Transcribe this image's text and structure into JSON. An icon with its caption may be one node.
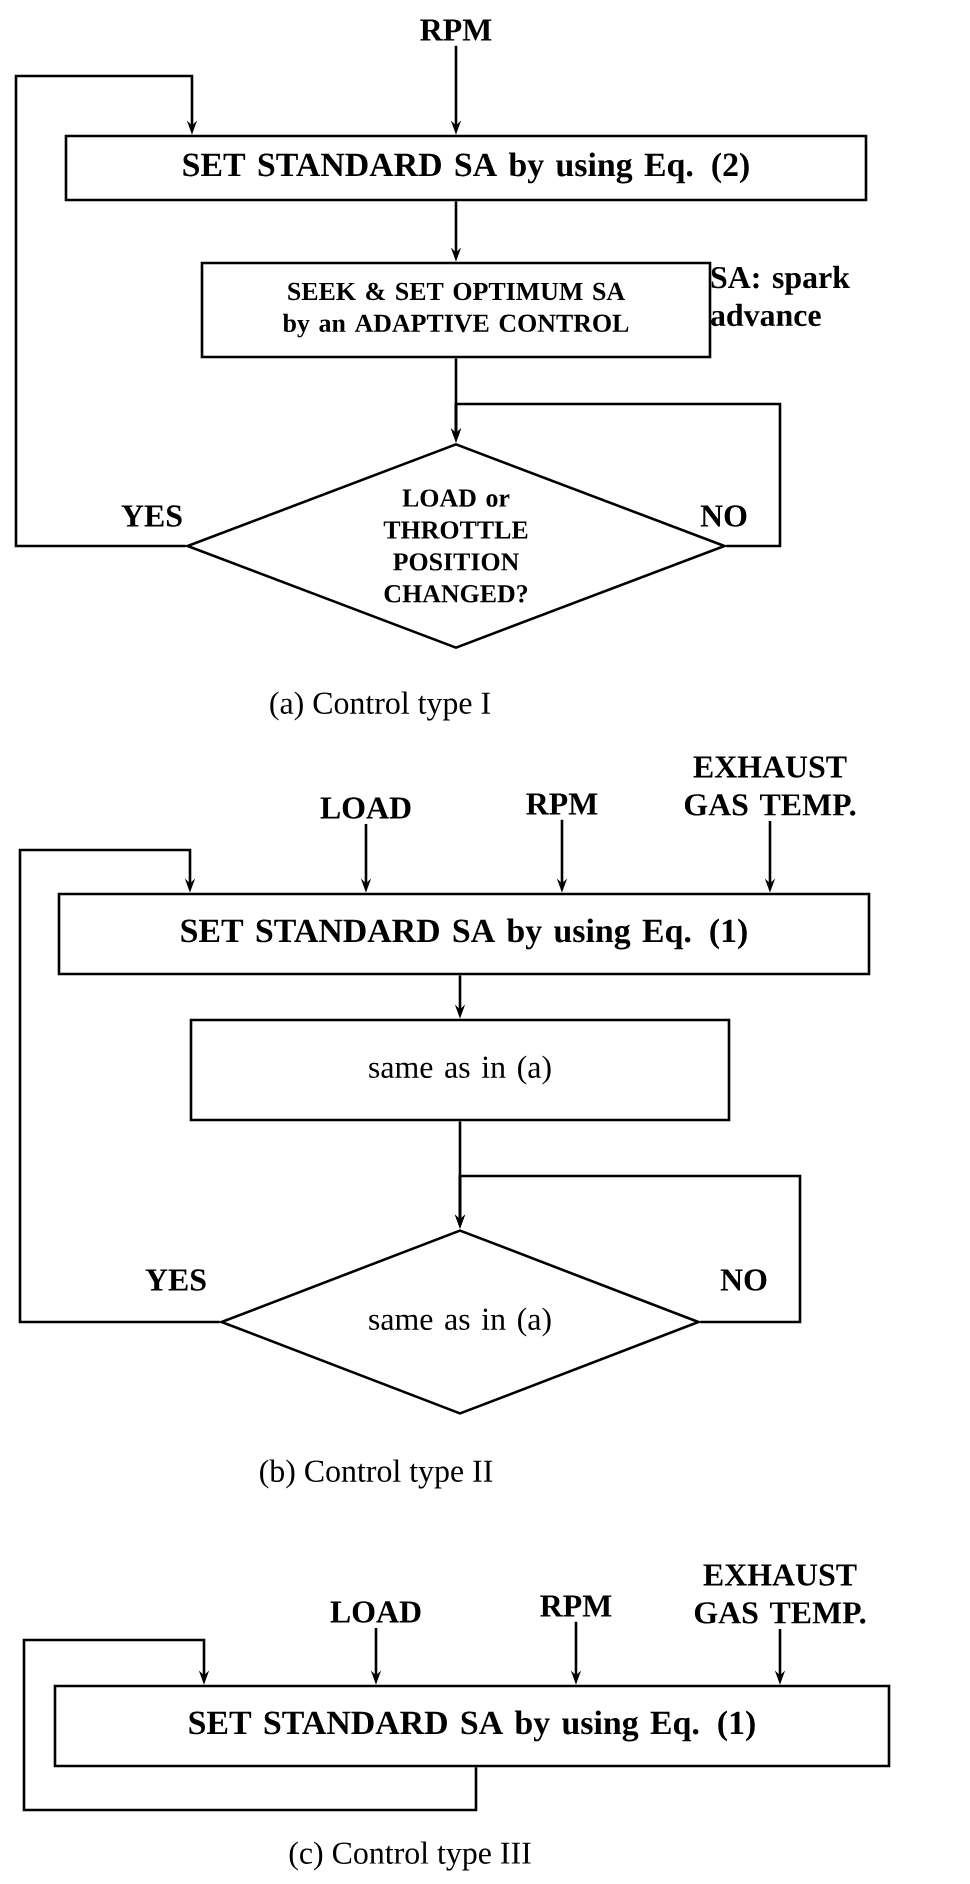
{
  "diagram": {
    "nodes": [
      {
        "text": [
          "RPM"
        ]
      },
      {
        "text": [
          "SET STANDARD SA by using Eq. (2)"
        ]
      },
      {
        "text": [
          "SEEK & SET OPTIMUM SA by an ADAPTIVE CONTROL"
        ]
      },
      {
        "text": [
          "LOAD or THROTTLE POSITION CHANGED?"
        ]
      },
      {
        "text": [
          "LOAD"
        ]
      },
      {
        "text": [
          "RPM"
        ]
      },
      {
        "text": [
          "EXHAUST GAS TEMP."
        ]
      },
      {
        "text": [
          "SET STANDARD SA by using Eq. (1)"
        ]
      },
      {
        "text": [
          "same as in (a)"
        ]
      },
      {
        "text": [
          "same as in (a)"
        ]
      },
      {
        "text": [
          "LOAD"
        ]
      },
      {
        "text": [
          "RPM"
        ]
      },
      {
        "text": [
          "EXHAUST GAS TEMP."
        ]
      },
      {
        "text": [
          "SET STANDARD SA by using Eq. (1)"
        ]
      }
    ],
    "edges": [
      {
        "from": 0,
        "to": 1,
        "arrow": "to"
      },
      {
        "from": 1,
        "to": 2,
        "arrow": "to"
      },
      {
        "from": 2,
        "to": 3,
        "arrow": "to"
      },
      {
        "from": 3,
        "to": 1,
        "arrow": "to",
        "label": "YES"
      },
      {
        "from": 3,
        "to": 3,
        "arrow": "to",
        "label": "NO"
      },
      {
        "from": 4,
        "to": 7,
        "arrow": "to"
      },
      {
        "from": 5,
        "to": 7,
        "arrow": "to"
      },
      {
        "from": 6,
        "to": 7,
        "arrow": "to"
      },
      {
        "from": 7,
        "to": 8,
        "arrow": "to"
      },
      {
        "from": 8,
        "to": 9,
        "arrow": "to"
      },
      {
        "from": 9,
        "to": 7,
        "arrow": "to",
        "label": "YES"
      },
      {
        "from": 9,
        "to": 9,
        "arrow": "to",
        "label": "NO"
      },
      {
        "from": 10,
        "to": 13,
        "arrow": "to"
      },
      {
        "from": 11,
        "to": 13,
        "arrow": "to"
      },
      {
        "from": 12,
        "to": 13,
        "arrow": "to"
      },
      {
        "from": 13,
        "to": 13,
        "arrow": "to"
      }
    ],
    "labels": [
      "SA: spark advance",
      "(a) Control type I",
      "(b) Control type II",
      "(c) Control type III"
    ]
  }
}
